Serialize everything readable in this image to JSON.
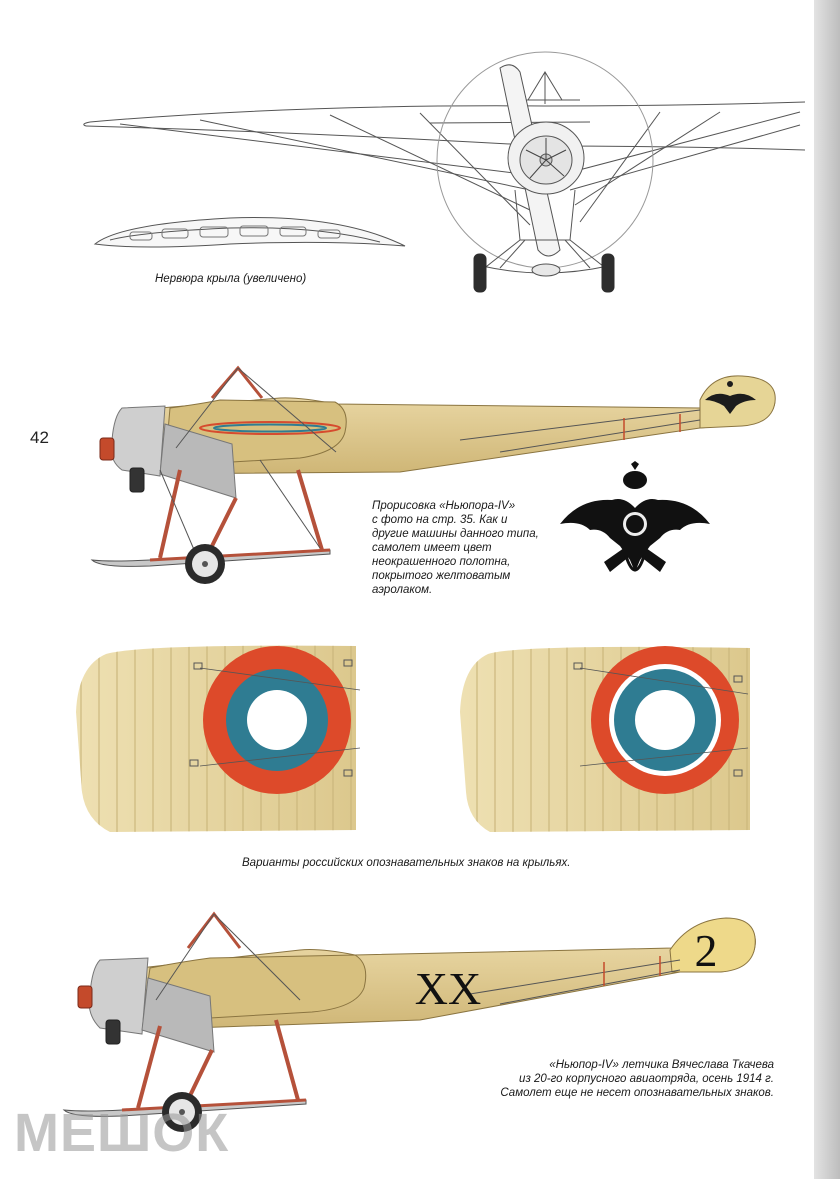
{
  "page": {
    "number": "42"
  },
  "captions": {
    "wing_rib": "Нервюра крыла (увеличено)",
    "drawing_lines": [
      "Прорисовка «Ньюпора-IV»",
      "с фото на стр. 35. Как и",
      "другие машины данного типа,",
      "самолет имеет цвет",
      "неокрашенного полотна,",
      "покрытого желтоватым",
      "аэролаком."
    ],
    "roundels": "Варианты российских опознавательных знаков на крыльях.",
    "tkachev_lines": [
      "«Ньюпор-IV» летчика Вячеслава Ткачева",
      "из 20-го корпусного авиаотряда, осень 1914 г.",
      "Самолет еще не несет опознавательных знаков."
    ]
  },
  "markings": {
    "fuselage_code": "XX",
    "tail_number": "2"
  },
  "watermark": {
    "text": "МЕШОК"
  },
  "colors": {
    "linen": "#e0c98d",
    "roundel_red": "#dd4a2a",
    "roundel_blue": "#2f7c92",
    "strut_red": "#b5513a"
  }
}
